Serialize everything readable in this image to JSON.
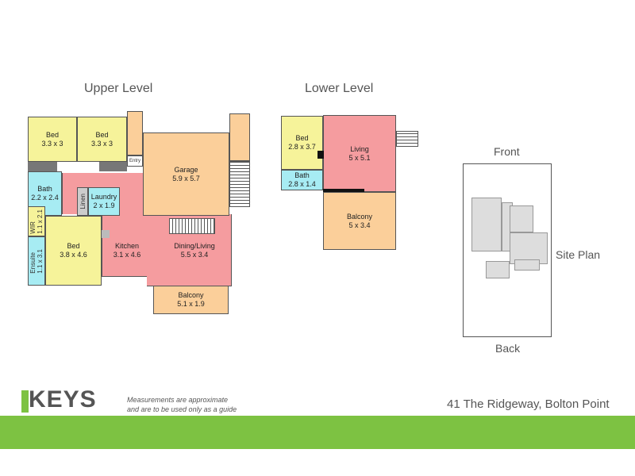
{
  "upper": {
    "title": "Upper Level",
    "bed1": {
      "name": "Bed",
      "dim": "3.3 x 3"
    },
    "bed2": {
      "name": "Bed",
      "dim": "3.3 x 3"
    },
    "entry": "Entry",
    "garage": {
      "name": "Garage",
      "dim": "5.9 x 5.7"
    },
    "bath": {
      "name": "Bath",
      "dim": "2.2 x 2.4"
    },
    "linen": "Linen",
    "laundry": {
      "name": "Laundry",
      "dim": "2 x 1.9"
    },
    "wir": {
      "name": "WIR",
      "dim": "1.1 x 2.1"
    },
    "bed3": {
      "name": "Bed",
      "dim": "3.8 x 4.6"
    },
    "ensuite": {
      "name": "Ensuite",
      "dim": "1.1 x 3.1"
    },
    "kitchen": {
      "name": "Kitchen",
      "dim": "3.1 x 4.6"
    },
    "dining": {
      "name": "Dining/Living",
      "dim": "5.5 x 3.4"
    },
    "balcony": {
      "name": "Balcony",
      "dim": "5.1 x 1.9"
    }
  },
  "lower": {
    "title": "Lower Level",
    "bed": {
      "name": "Bed",
      "dim": "2.8 x 3.7"
    },
    "living": {
      "name": "Living",
      "dim": "5 x 5.1"
    },
    "bath": {
      "name": "Bath",
      "dim": "2.8 x 1.4"
    },
    "balcony": {
      "name": "Balcony",
      "dim": "5 x 3.4"
    }
  },
  "site": {
    "front": "Front",
    "back": "Back",
    "label": "Site Plan"
  },
  "footer": {
    "logo": "KEYS",
    "disclaimer_line1": "Measurements are approximate",
    "disclaimer_line2": "and are to be used only as a guide",
    "address": "41 The Ridgeway, Bolton Point"
  },
  "colors": {
    "bed": "#f6f39a",
    "garage": "#fbcf9a",
    "living": "#f59c9f",
    "wet": "#a7ecf3",
    "footer_bar": "#7dc242",
    "logo_bar": "#7dc242"
  }
}
